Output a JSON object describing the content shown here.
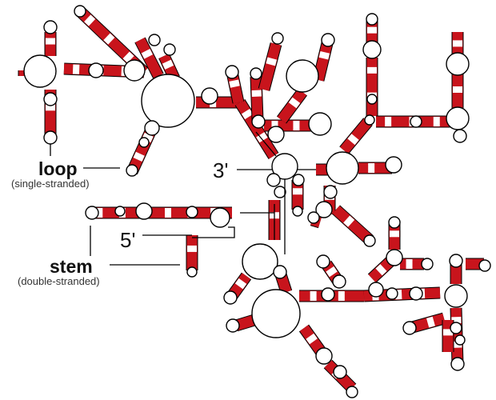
{
  "diagram": {
    "title": "",
    "labels": {
      "loop": "loop",
      "loop_note": "(single-stranded)",
      "stem": "stem",
      "stem_note": "(double-stranded)",
      "three_prime": "3'",
      "five_prime": "5'"
    },
    "colors": {
      "stem_fill": "#c8141c",
      "backbone": "#000000",
      "loop_fill": "#ffffff",
      "text": "#111111"
    },
    "structure": "RNA secondary structure — double-stranded stems (red) joined by single-stranded loops (white circles)"
  }
}
